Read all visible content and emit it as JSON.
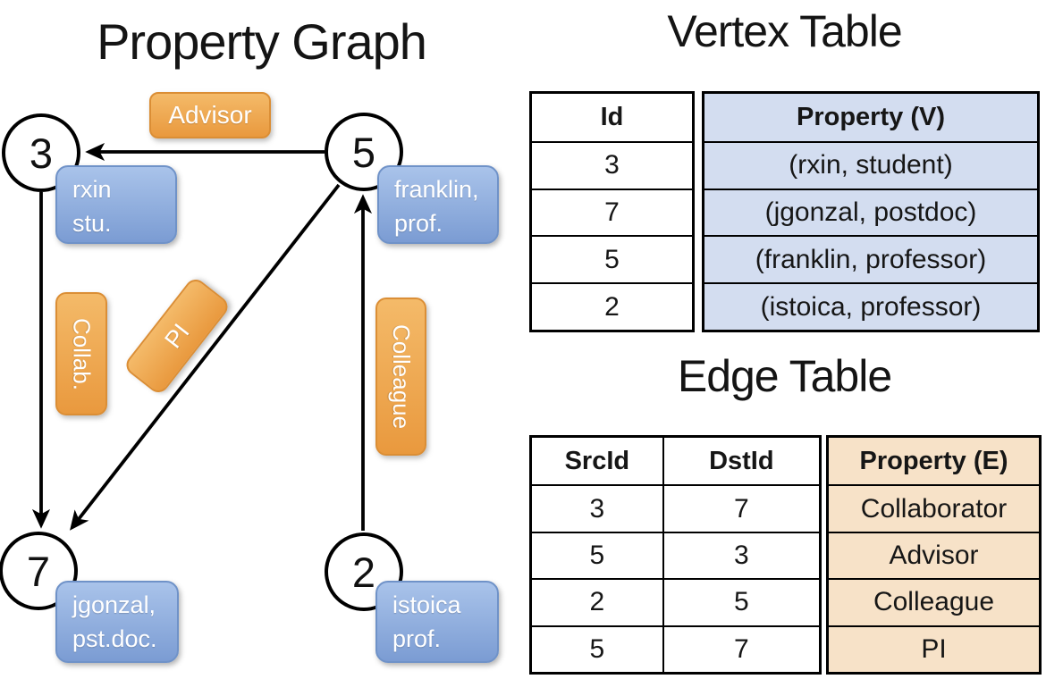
{
  "graph": {
    "title": "Property Graph",
    "nodes": [
      {
        "id": "3",
        "property": "rxin\nstu."
      },
      {
        "id": "5",
        "property": "franklin,\nprof."
      },
      {
        "id": "7",
        "property": "jgonzal,\npst.doc."
      },
      {
        "id": "2",
        "property": "istoica\nprof."
      }
    ],
    "edges": [
      {
        "src": "5",
        "dst": "3",
        "label": "Advisor"
      },
      {
        "src": "3",
        "dst": "7",
        "label": "Collab."
      },
      {
        "src": "5",
        "dst": "7",
        "label": "PI"
      },
      {
        "src": "2",
        "dst": "5",
        "label": "Colleague"
      }
    ]
  },
  "vertex_table": {
    "title": "Vertex Table",
    "columns": {
      "id": "Id",
      "property": "Property (V)"
    },
    "rows": [
      {
        "id": "3",
        "property": "(rxin, student)"
      },
      {
        "id": "7",
        "property": "(jgonzal, postdoc)"
      },
      {
        "id": "5",
        "property": "(franklin, professor)"
      },
      {
        "id": "2",
        "property": "(istoica, professor)"
      }
    ]
  },
  "edge_table": {
    "title": "Edge Table",
    "columns": {
      "src": "SrcId",
      "dst": "DstId",
      "property": "Property (E)"
    },
    "rows": [
      {
        "src": "3",
        "dst": "7",
        "property": "Collaborator"
      },
      {
        "src": "5",
        "dst": "3",
        "property": "Advisor"
      },
      {
        "src": "2",
        "dst": "5",
        "property": "Colleague"
      },
      {
        "src": "5",
        "dst": "7",
        "property": "PI"
      }
    ]
  },
  "colors": {
    "orange_light": "#f4ba69",
    "orange_dark": "#e9993e",
    "orange_border": "#db8e35",
    "blue_light": "#a9c3ea",
    "blue_dark": "#7b9cd3",
    "blue_border": "#6f92c8",
    "vertex_cell_bg": "#d3ddf0",
    "edge_cell_bg": "#f7e2c8",
    "line": "#000000",
    "text": "#161616"
  }
}
